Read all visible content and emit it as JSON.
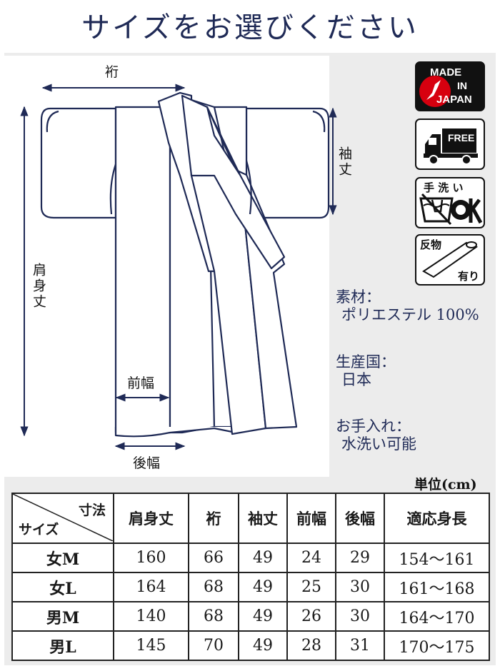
{
  "header": {
    "title": "サイズをお選びください"
  },
  "diagram": {
    "labels": {
      "yuki": "裄",
      "sodetake": "袖丈",
      "katamitake": "肩身丈",
      "maehaba": "前幅",
      "ushirohaba": "後幅"
    }
  },
  "badges": {
    "made_in_japan": {
      "line1": "MADE",
      "line2": "IN",
      "line3": "JAPAN"
    },
    "free_shipping": {
      "text": "FREE"
    },
    "hand_wash": {
      "text": "手 洗 い",
      "ok": "OK"
    },
    "fabric": {
      "line1": "反物",
      "line2": "有り"
    }
  },
  "specs": [
    {
      "label": "素材：",
      "value": "ポリエステル 100%"
    },
    {
      "label": "生産国：",
      "value": "日本"
    },
    {
      "label": "お手入れ：",
      "value": "水洗い可能"
    }
  ],
  "unit": "単位(cm)",
  "table": {
    "corner_top": "寸法",
    "corner_bottom": "サイズ",
    "headers": [
      "肩身丈",
      "裄",
      "袖丈",
      "前幅",
      "後幅",
      "適応身長"
    ],
    "rows": [
      {
        "size": "女M",
        "cells": [
          "160",
          "66",
          "49",
          "24",
          "29",
          "154～161"
        ]
      },
      {
        "size": "女L",
        "cells": [
          "164",
          "68",
          "49",
          "25",
          "30",
          "161～168"
        ]
      },
      {
        "size": "男M",
        "cells": [
          "140",
          "68",
          "49",
          "26",
          "30",
          "164～170"
        ]
      },
      {
        "size": "男L",
        "cells": [
          "145",
          "70",
          "49",
          "28",
          "31",
          "170～175"
        ]
      }
    ]
  },
  "colors": {
    "navy": "#1f2a56",
    "flag_red": "#d7000f"
  }
}
